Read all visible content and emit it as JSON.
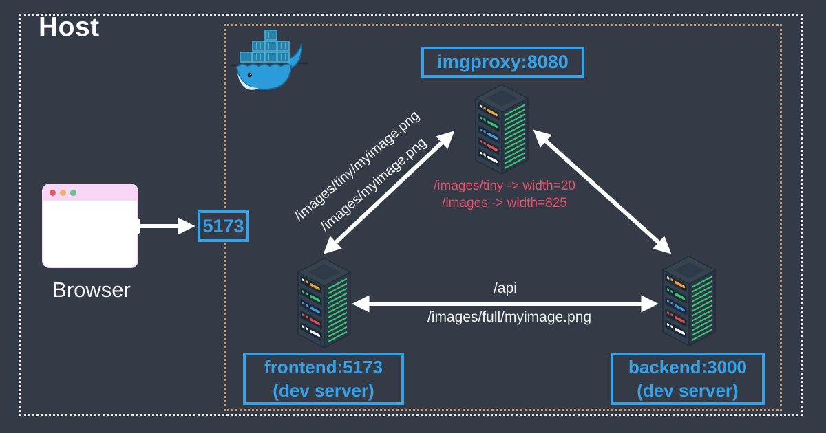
{
  "title": "Host",
  "colors": {
    "background": "#353b46",
    "accent_blue": "#38a2e8",
    "rules_red": "#ea4e6c",
    "network_border_orange": "#cf9a62",
    "host_border_white": "#f2f2f2",
    "docker_blue": "#2d9cdb"
  },
  "browser": {
    "label": "Browser",
    "port": "5173"
  },
  "services": {
    "imgproxy": {
      "label": "imgproxy:8080"
    },
    "frontend": {
      "name": "frontend:5173",
      "subtitle": "(dev server)"
    },
    "backend": {
      "name": "backend:3000",
      "subtitle": "(dev server)"
    }
  },
  "routes": {
    "frontend_to_imgproxy": {
      "line1": "/images/tiny/myimage.png",
      "line2": "/images/myimage.png"
    },
    "imgproxy_rules": {
      "line1": "/images/tiny -> width=20",
      "line2": "/images -> width=825"
    },
    "frontend_to_backend": {
      "line1": "/api",
      "line2": "/images/full/myimage.png"
    }
  }
}
